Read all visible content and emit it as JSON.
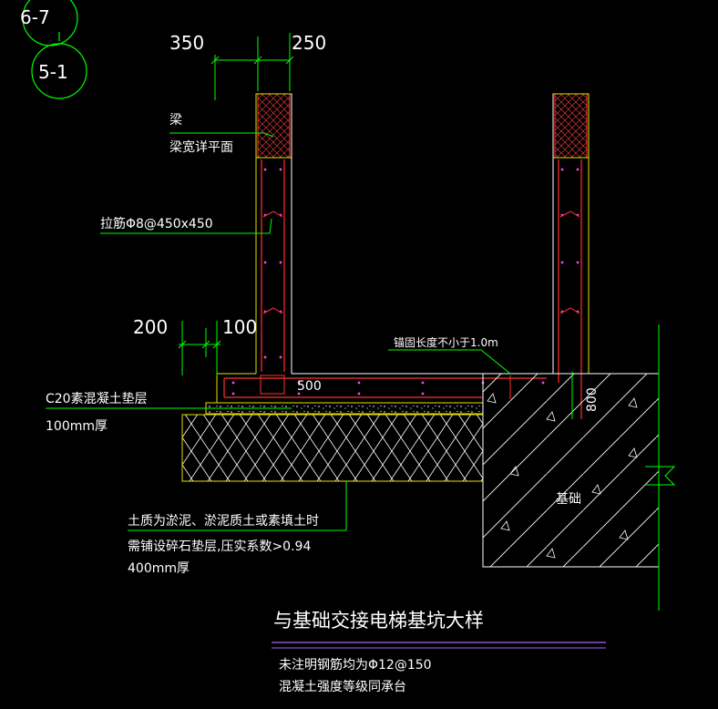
{
  "colors": {
    "background": "#000000",
    "wall_outline": "#ffffff",
    "wall_inner": "#e8e000",
    "rebar": "#ff2020",
    "rebar_dot": "#ff40ff",
    "leader": "#00ff00",
    "dimension": "#00ff00",
    "text": "#ffffff",
    "title_underline": "#b060ff"
  },
  "section_marks": {
    "upper": "6-7",
    "lower": "5-1"
  },
  "dimensions": {
    "top_left": "350",
    "top_right": "250",
    "mid_left": "200",
    "mid_right": "100",
    "bottom_width": "500",
    "depth_vertical": "800"
  },
  "labels": {
    "beam": "梁",
    "beam_note": "梁宽详平面",
    "tie_bar": "拉筋Φ8@450x450",
    "anchor_note": "锚固长度不小于1.0m",
    "cushion_title": "C20素混凝土垫层",
    "cushion_thickness": "100mm厚",
    "soil_note_1": "土质为淤泥、淤泥质土或素填土时",
    "soil_note_2": "需铺设碎石垫层,压实系数>0.94",
    "soil_note_3": "400mm厚",
    "foundation": "基础"
  },
  "title": "与基础交接电梯基坑大样",
  "notes": {
    "line_1": "未注明钢筋均为Φ12@150",
    "line_2": "混凝土强度等级同承台"
  }
}
